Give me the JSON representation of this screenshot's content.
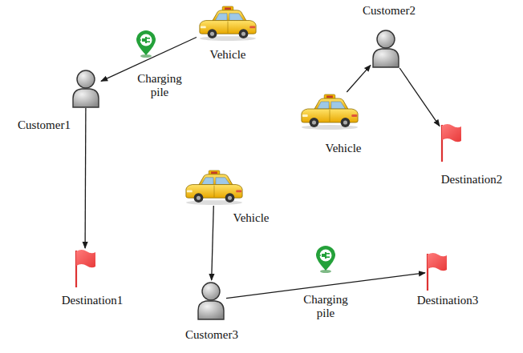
{
  "diagram": {
    "nodes": [
      {
        "text": [
          "Vehicle"
        ]
      },
      {
        "text": [
          "Charging pile"
        ]
      },
      {
        "text": [
          "Customer1"
        ]
      },
      {
        "text": [
          "Customer2"
        ]
      },
      {
        "text": [
          "Vehicle"
        ]
      },
      {
        "text": [
          "Destination2"
        ]
      },
      {
        "text": [
          "Vehicle"
        ]
      },
      {
        "text": [
          "Customer3"
        ]
      },
      {
        "text": [
          "Charging pile"
        ]
      },
      {
        "text": [
          "Destination1"
        ]
      },
      {
        "text": [
          "Destination3"
        ]
      }
    ],
    "edges": [
      {
        "from": 0,
        "to": 2,
        "arrow": "to"
      },
      {
        "from": 2,
        "to": 9,
        "arrow": "to"
      },
      {
        "from": 4,
        "to": 3,
        "arrow": "to"
      },
      {
        "from": 3,
        "to": 5,
        "arrow": "to"
      },
      {
        "from": 6,
        "to": 7,
        "arrow": "to"
      },
      {
        "from": 7,
        "to": 10,
        "arrow": "to"
      }
    ]
  }
}
